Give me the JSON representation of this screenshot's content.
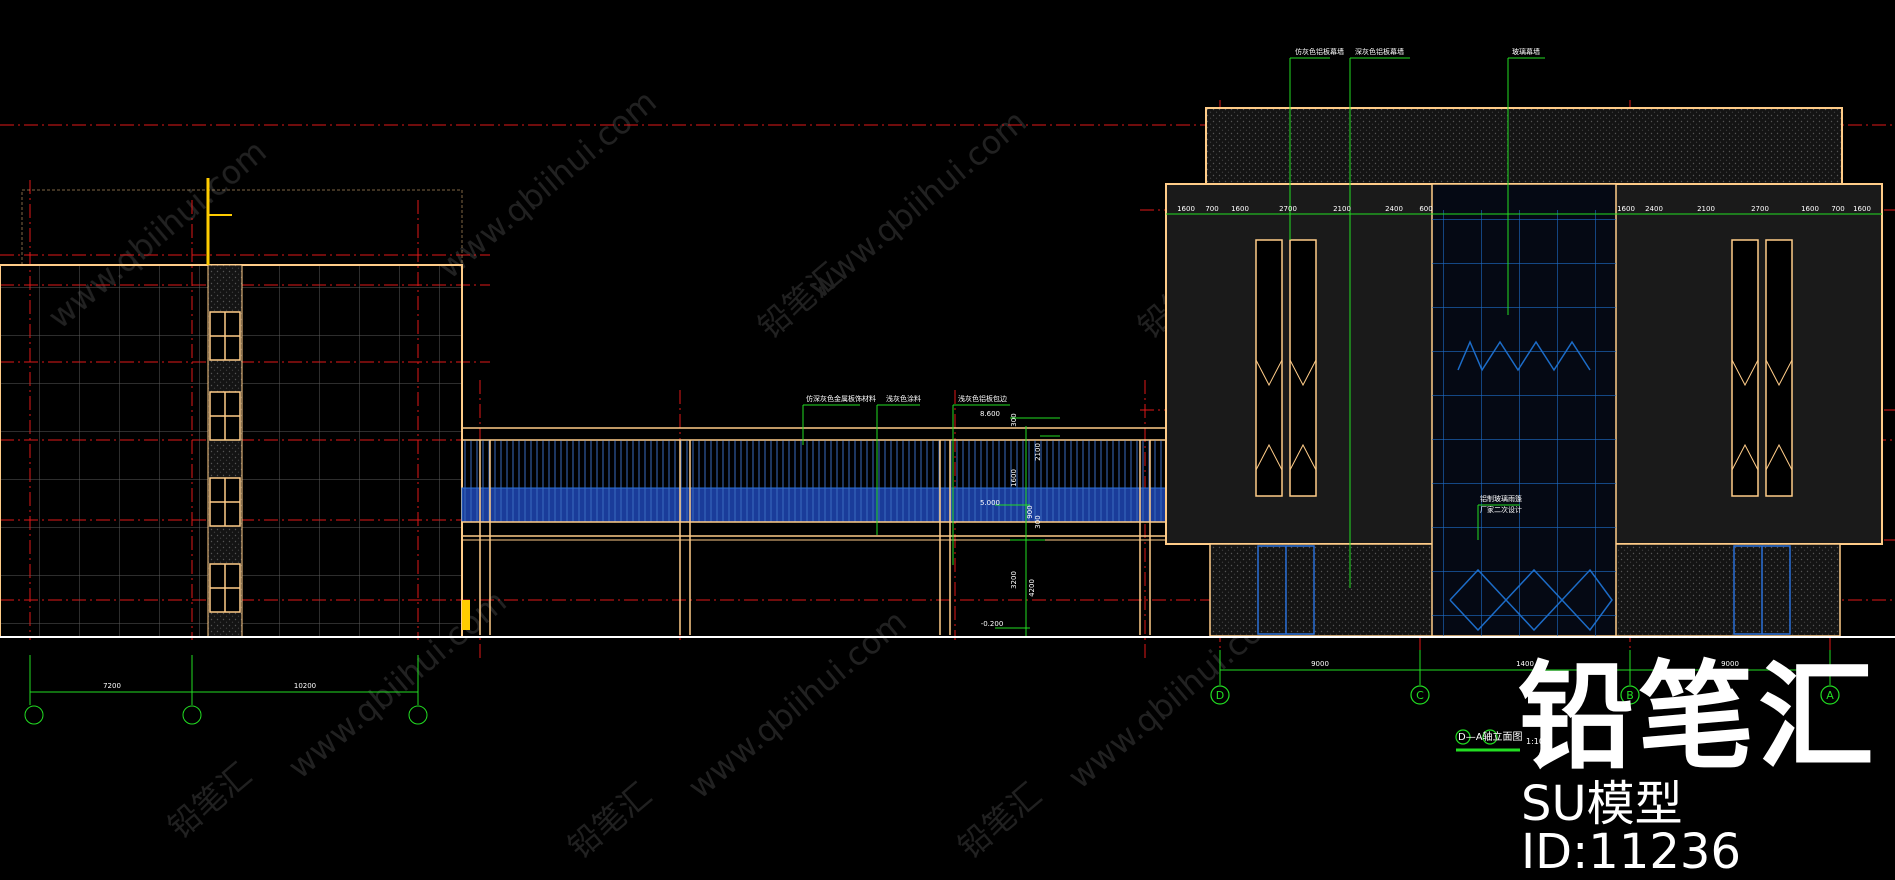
{
  "colors": {
    "background": "#000000",
    "outline": "#ffcc88",
    "axis_red": "#e01818",
    "dim_green": "#22dd22",
    "glass_blue": "#2a6fd6",
    "grid_blue": "#1c6cc8",
    "wall_dark": "#2a2a2a",
    "watermark": "#ffffff"
  },
  "drawing": {
    "title": "D—A轴立面图",
    "scale": "1:100",
    "axis_bubbles": [
      "D",
      "C",
      "B",
      "A"
    ],
    "left_dims": [
      "7200",
      "10200"
    ],
    "bottom_dims": [
      "9000",
      "1400",
      "9000"
    ],
    "top_dims": [
      "1600",
      "700",
      "1600",
      "2700",
      "2100",
      "2400",
      "600",
      "1600",
      "2400",
      "2100",
      "2700",
      "1600",
      "700",
      "1600"
    ],
    "elevations": [
      "8.600",
      "5.000",
      "-0.200"
    ],
    "vertical_dims": [
      "300",
      "2100",
      "1600",
      "300",
      "900",
      "3200",
      "4200"
    ],
    "material_notes": [
      "仿深灰色金属板饰材料",
      "浅灰色涂料",
      "浅灰色铝板包边",
      "仿灰色铝板幕墙",
      "深灰色铝板幕墙",
      "玻璃幕墙",
      "铝制玻璃雨篷",
      "厂家二次设计"
    ]
  },
  "watermark": {
    "site": "www.qbiihui.com",
    "site_cn": "铅笔汇",
    "brand": "铅笔汇",
    "model_id": "SU模型ID:11236"
  }
}
